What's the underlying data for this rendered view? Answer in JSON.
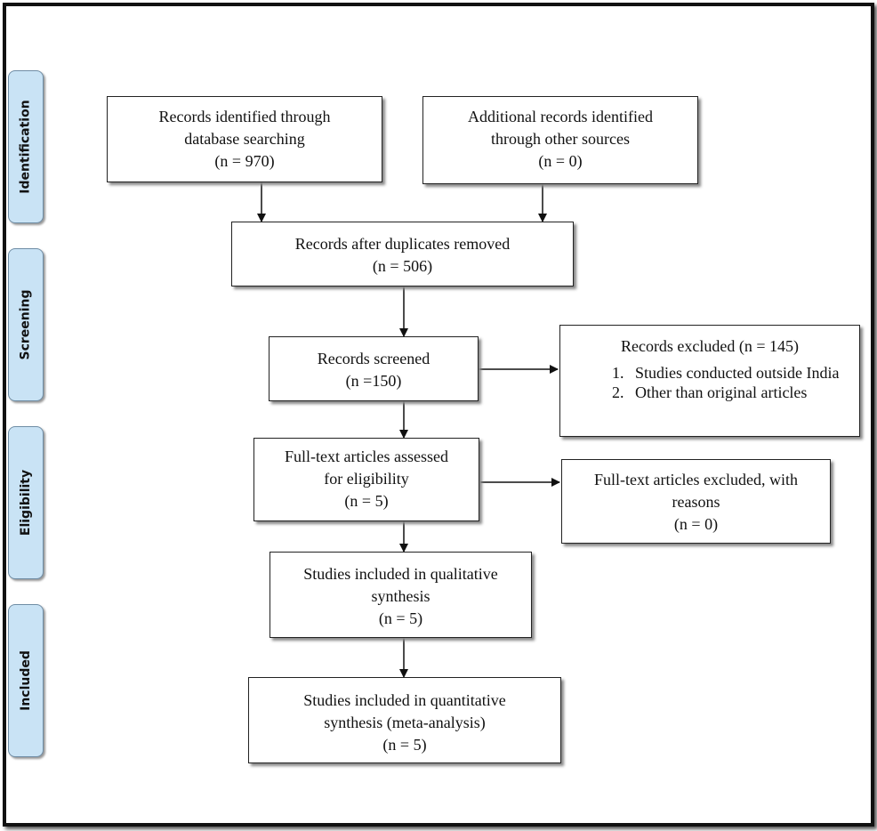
{
  "phases": {
    "identification": "Identification",
    "screening": "Screening",
    "eligibility": "Eligibility",
    "included": "Included"
  },
  "boxes": {
    "database": {
      "lines": [
        "Records identified through",
        "database searching",
        "(n = 970)"
      ]
    },
    "other_sources": {
      "lines": [
        "Additional records identified",
        "through other sources",
        "(n = 0)"
      ]
    },
    "duplicates_removed": {
      "lines": [
        "Records after duplicates removed",
        "(n = 506)"
      ]
    },
    "screened": {
      "lines": [
        "Records screened",
        "(n =150)"
      ]
    },
    "excluded": {
      "title": "Records excluded (n = 145)",
      "reasons": [
        "Studies conducted outside India",
        "Other than original articles"
      ]
    },
    "fulltext_assessed": {
      "lines": [
        "Full-text articles assessed",
        "for eligibility",
        "(n = 5)"
      ]
    },
    "fulltext_excluded": {
      "lines": [
        "Full-text articles excluded, with",
        "reasons",
        "(n = 0)"
      ]
    },
    "qualitative": {
      "lines": [
        "Studies included in qualitative",
        "synthesis",
        "(n = 5)"
      ]
    },
    "quantitative": {
      "lines": [
        "Studies included in quantitative",
        "synthesis (meta-analysis)",
        "(n = 5)"
      ]
    }
  },
  "colors": {
    "phase_fill": "#c9e3f5",
    "phase_border": "#6f8da5",
    "box_border": "#222222"
  }
}
